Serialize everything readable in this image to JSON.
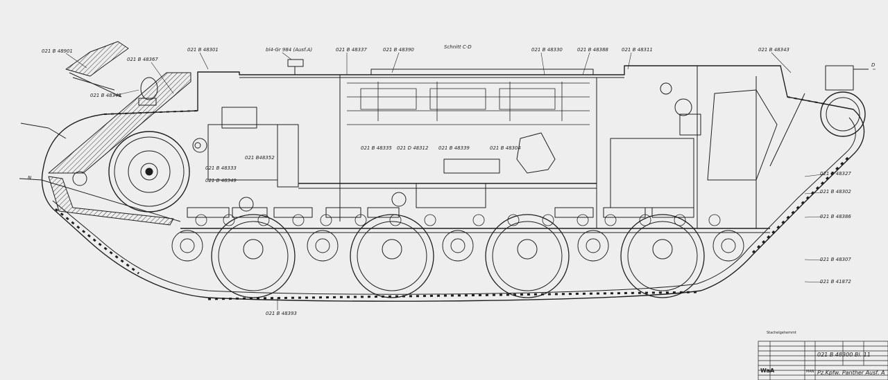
{
  "drawing": {
    "section_title": "Schnitt C-D",
    "marks": {
      "top_right": "D",
      "left": "N"
    },
    "labels": [
      "021 B 48901",
      "021 B 48367",
      "021 B 48348",
      "021 B 48301",
      "bl4-Gr 984 (Ausf.A)",
      "021 B 48337",
      "021 B 48390",
      "021 B 48330",
      "021 B 48388",
      "021 B 48311",
      "021 B 48343",
      "021 B48352",
      "021 B 48333",
      "021 B 48349",
      "021 B 48335",
      "021 D 48312",
      "021 B 48339",
      "021 B 48304",
      "021 B 48327",
      "021 B 48302",
      "021 B 48386",
      "021 B 48307",
      "021 B 41872",
      "021 B 48393"
    ]
  },
  "title_block": {
    "note": "Stachelgehemmt",
    "drawing_number": "021 B 48300  Bl. 11",
    "title": "Pz.Kpfw. Panther Ausf. A",
    "org": "WaA",
    "maker": "MAN"
  },
  "colors": {
    "ink": "#1e1e1e",
    "paper": "#eeeeee"
  }
}
